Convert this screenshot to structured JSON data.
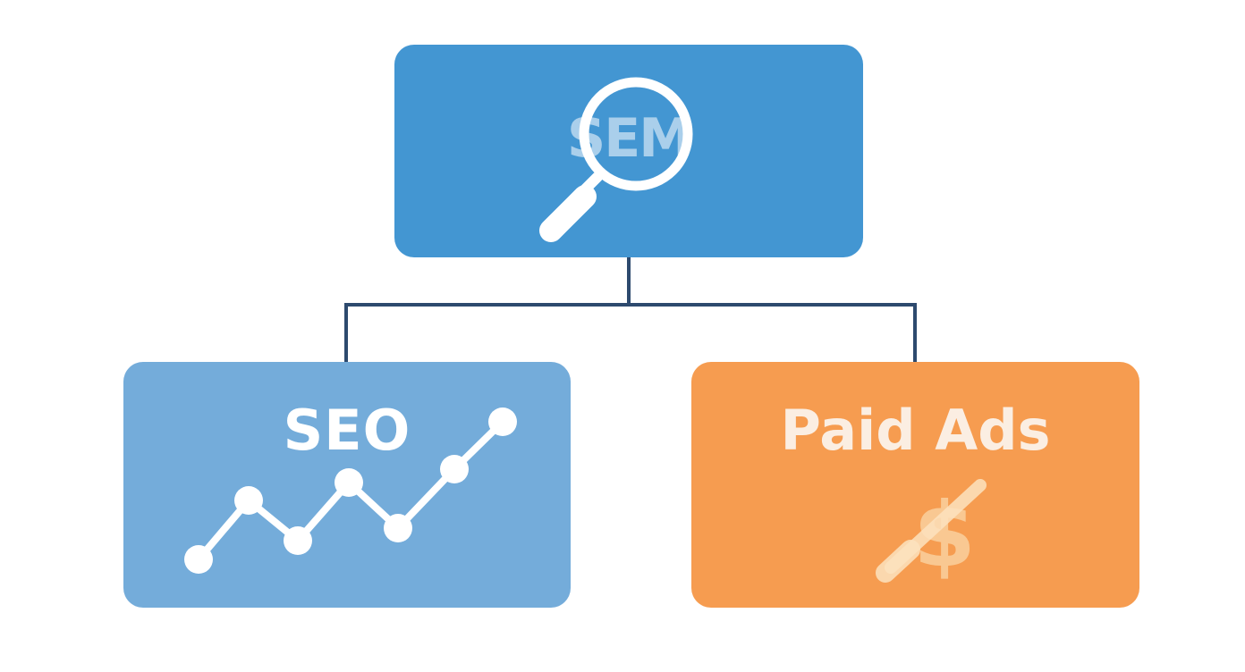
{
  "colors": {
    "sem_box": "#4396d2",
    "seo_box": "#74acda",
    "ads_box": "#f69c50",
    "connector": "#2d4a6e"
  },
  "nodes": {
    "sem": {
      "label": "SEM",
      "icon": "magnifier-icon"
    },
    "seo": {
      "label": "SEO",
      "icon": "trend-line-icon"
    },
    "ads": {
      "label": "Paid Ads",
      "icon": "dollar-icon"
    }
  }
}
